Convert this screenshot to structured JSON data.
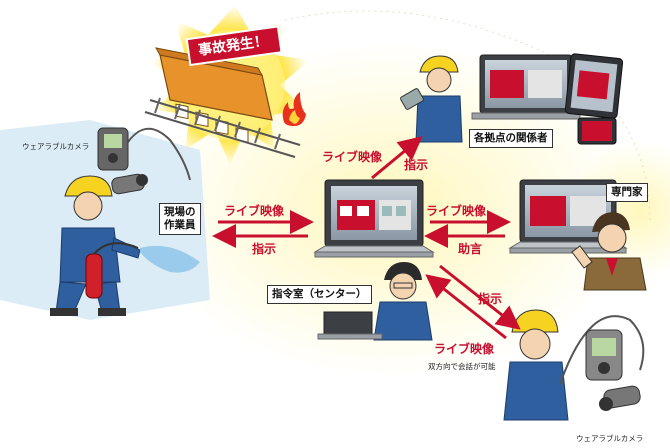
{
  "labels": {
    "accident": "事故発生！",
    "wearable_camera_left": "ウェアラブルカメラ",
    "wearable_camera_right": "ウェアラブルカメラ",
    "field_worker": "現場の\n作業員",
    "stakeholders": "各拠点の関係者",
    "expert": "専門家",
    "command_room": "指令室（センター）",
    "two_way_note": "双方向で会話が可能"
  },
  "flows": {
    "live_video_worker": "ライブ映像",
    "instruction_worker": "指示",
    "live_video_stakeholders": "ライブ映像",
    "instruction_stakeholders": "指示",
    "live_video_expert": "ライブ映像",
    "advice_expert": "助言",
    "instruction_bottom": "指示",
    "live_video_bottom": "ライブ映像"
  },
  "colors": {
    "arrow": "#c8102e",
    "glow": "#fff3a8",
    "uniform": "#2f5f9e",
    "helmet": "#f5d320",
    "train": "#e8922c"
  }
}
